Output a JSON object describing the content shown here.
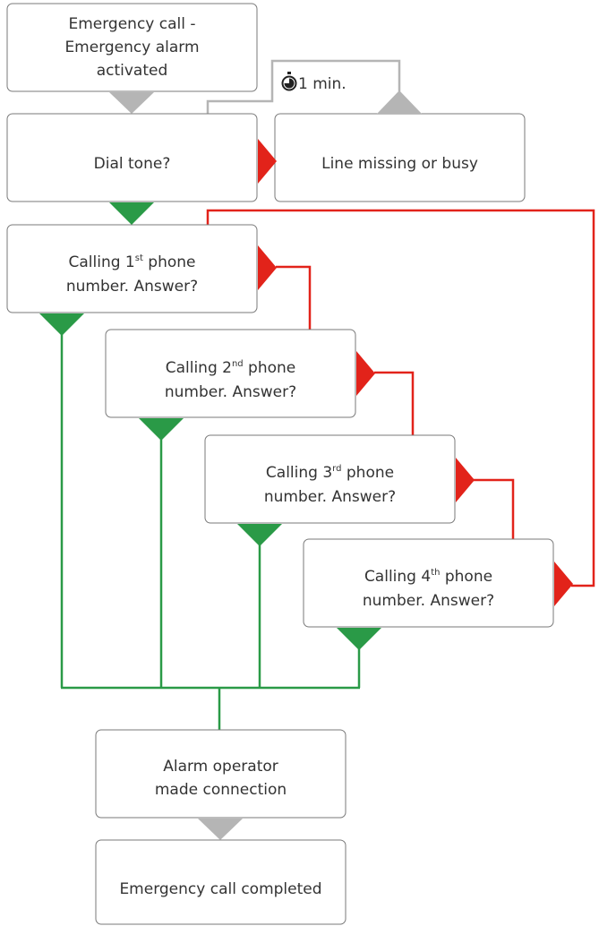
{
  "nodes": {
    "emergency_call": {
      "lines": [
        "Emergency call -",
        "Emergency alarm",
        "activated"
      ]
    },
    "dial_tone": {
      "lines": [
        "Dial tone?"
      ]
    },
    "line_missing": {
      "lines": [
        "Line missing or busy"
      ]
    },
    "call_1": {
      "pre": "Calling 1",
      "sup": "st",
      "post": " phone",
      "line2": "number. Answer?"
    },
    "call_2": {
      "pre": "Calling 2",
      "sup": "nd",
      "post": " phone",
      "line2": "number. Answer?"
    },
    "call_3": {
      "pre": "Calling 3",
      "sup": "rd",
      "post": " phone",
      "line2": "number. Answer?"
    },
    "call_4": {
      "pre": "Calling 4",
      "sup": "th",
      "post": " phone",
      "line2": "number. Answer?"
    },
    "operator": {
      "lines": [
        "Alarm operator",
        "made connection"
      ]
    },
    "completed": {
      "lines": [
        "Emergency call completed"
      ]
    }
  },
  "timer_label": "1 min.",
  "icons": {
    "timer": "stopwatch-icon"
  },
  "colors": {
    "yes": "#2a9a47",
    "no": "#e2231a",
    "neutral": "#b5b5b5",
    "border": "#7a7a7a",
    "text": "#333333"
  }
}
